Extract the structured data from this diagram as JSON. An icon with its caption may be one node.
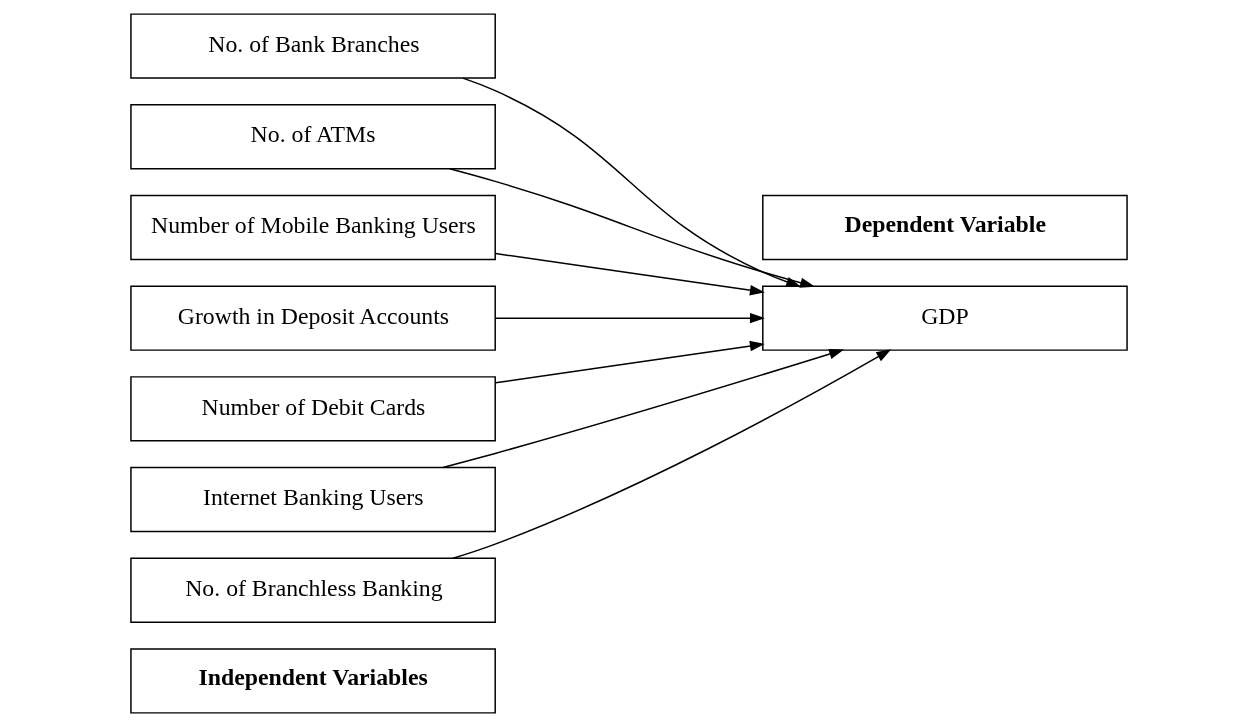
{
  "diagram": {
    "nodes": [
      {
        "text": [
          "Independent Variables"
        ]
      },
      {
        "text": [
          "Dependent Variable"
        ]
      },
      {
        "text": [
          "No. of Bank Branches"
        ]
      },
      {
        "text": [
          "No. of ATMs"
        ]
      },
      {
        "text": [
          "Number of Mobile Banking Users"
        ]
      },
      {
        "text": [
          "GDP"
        ]
      },
      {
        "text": [
          "Growth in Deposit Accounts"
        ]
      },
      {
        "text": [
          "Number of Debit Cards"
        ]
      },
      {
        "text": [
          "Internet Banking Users"
        ]
      },
      {
        "text": [
          "No. of Branchless Banking"
        ]
      }
    ],
    "edges": [
      {
        "from": 2,
        "to": 5,
        "arrow": "to"
      },
      {
        "from": 3,
        "to": 5,
        "arrow": "to"
      },
      {
        "from": 4,
        "to": 5,
        "arrow": "to"
      },
      {
        "from": 6,
        "to": 5,
        "arrow": "to"
      },
      {
        "from": 7,
        "to": 5,
        "arrow": "to"
      },
      {
        "from": 8,
        "to": 5,
        "arrow": "to"
      },
      {
        "from": 9,
        "to": 5,
        "arrow": "to"
      }
    ]
  }
}
